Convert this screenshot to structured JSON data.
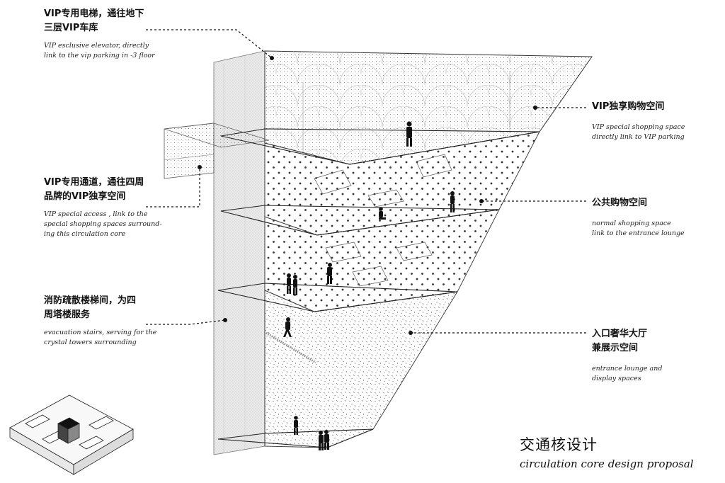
{
  "annotations": {
    "vip_elevator": {
      "cn": "VIP专用电梯，通往地下\n三层VIP车库",
      "en": "VIP esclusive elevator, directly\nlink to the vip parking in -3 floor"
    },
    "vip_access": {
      "cn": "VIP专用通道，通往四周\n品牌的VIP独享空间",
      "en": "VIP special access , link to the\nspecial shopping spaces surround-\ning this circulation core"
    },
    "evacuation": {
      "cn": "消防疏散楼梯间，为四\n周塔楼服务",
      "en": "evacuation stairs, serving for the\ncrystal towers surrounding"
    },
    "vip_shopping": {
      "cn": "VIP独享购物空间",
      "en": "VIP special shopping space\ndirectly link to VIP parking"
    },
    "public_shopping": {
      "cn": "公共购物空间",
      "en": "normal shopping space\nlink to the entrance lounge"
    },
    "lounge": {
      "cn": "入口奢华大厅\n兼展示空间",
      "en": "entrance lounge and\ndisplay spaces"
    }
  },
  "title": {
    "cn": "交通核设计",
    "en": "circulation core design proposal"
  },
  "colors": {
    "ink": "#1a1a1a",
    "core_shade": "#e4e4e4",
    "dot_fill": "#555555"
  }
}
